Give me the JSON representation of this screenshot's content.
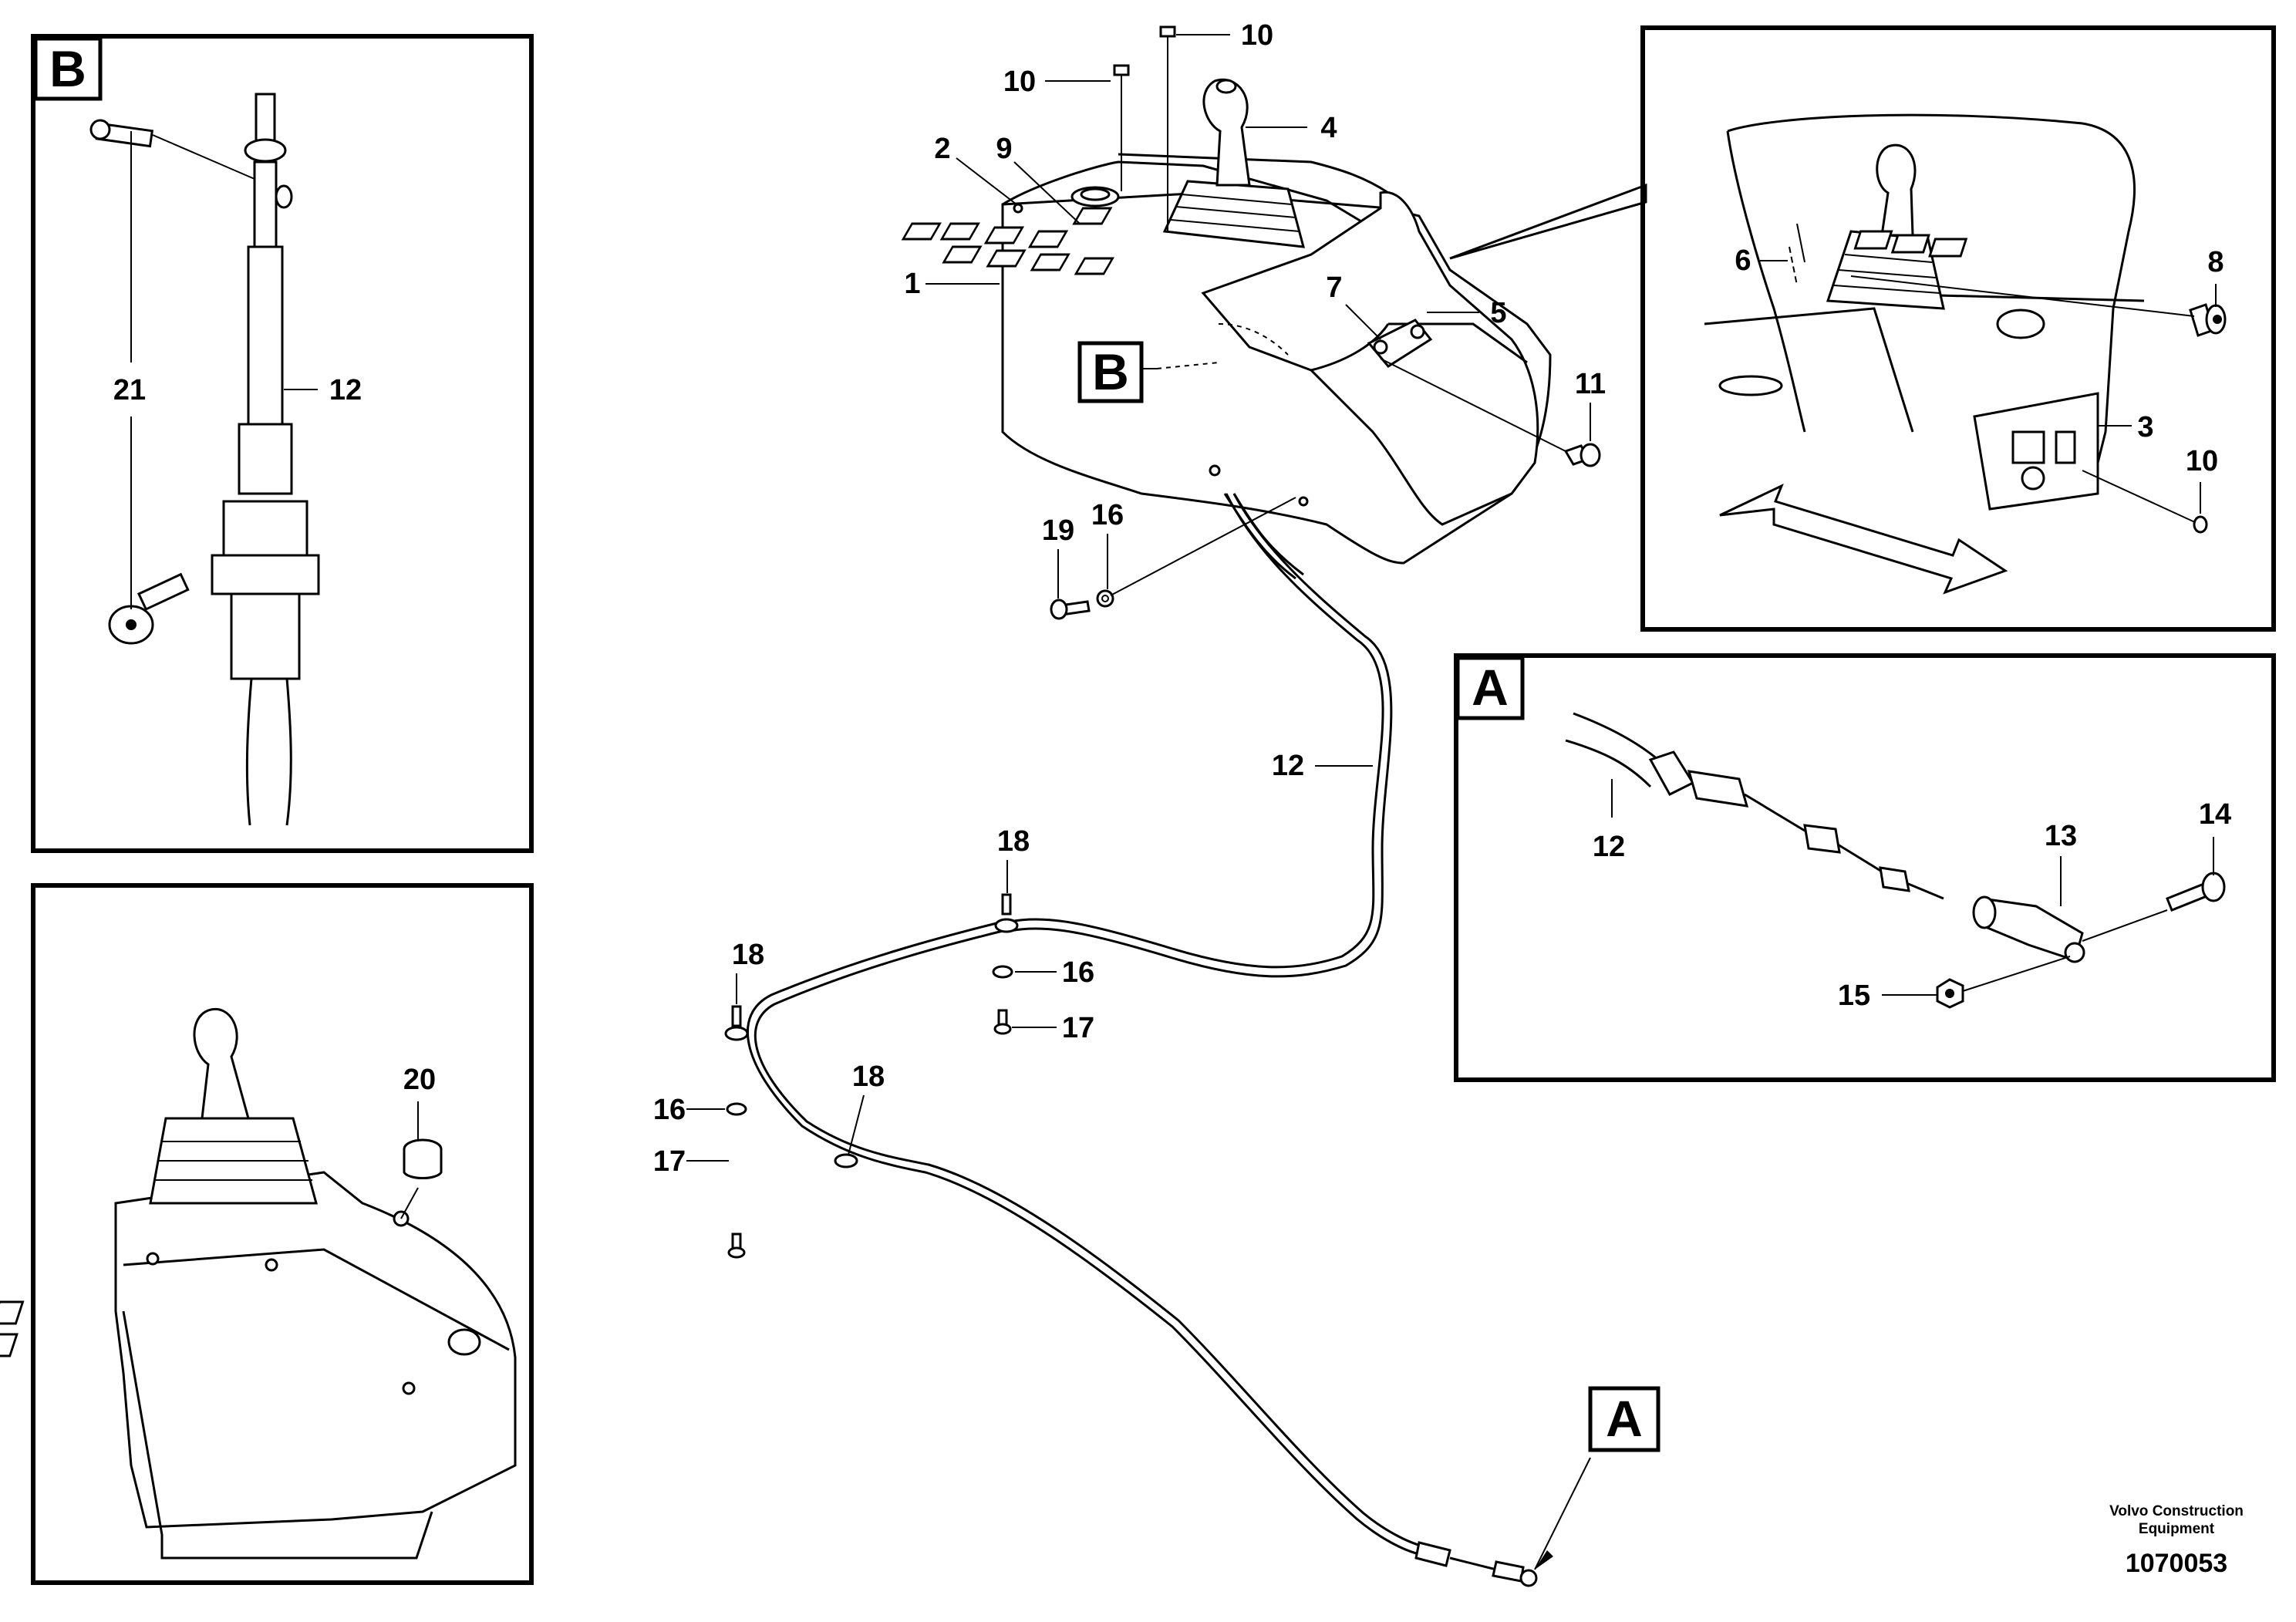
{
  "views": {
    "a_letter": "A",
    "b_letter": "B"
  },
  "labels": {
    "p1": "1",
    "p2": "2",
    "p3": "3",
    "p4": "4",
    "p5": "5",
    "p6": "6",
    "p7": "7",
    "p8": "8",
    "p9": "9",
    "p10a": "10",
    "p10b": "10",
    "p10c": "10",
    "p11": "11",
    "p12a": "12",
    "p12b": "12",
    "p12c": "12",
    "p13": "13",
    "p14": "14",
    "p15": "15",
    "p16a": "16",
    "p16b": "16",
    "p16c": "16",
    "p17a": "17",
    "p17b": "17",
    "p18a": "18",
    "p18b": "18",
    "p18c": "18",
    "p19": "19",
    "p20": "20",
    "p21": "21"
  },
  "footer": {
    "company_line1": "Volvo Construction",
    "company_line2": "Equipment",
    "drawing_number": "1070053"
  }
}
